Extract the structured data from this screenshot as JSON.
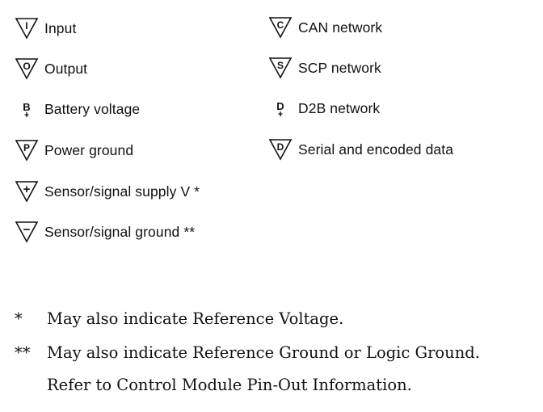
{
  "left_column": [
    {
      "symbol": "I",
      "kind": "triangle",
      "label": "Input"
    },
    {
      "symbol": "O",
      "kind": "triangle",
      "label": "Output"
    },
    {
      "symbol": "B",
      "kind": "plain",
      "label": "Battery voltage"
    },
    {
      "symbol": "P",
      "kind": "triangle",
      "label": "Power ground"
    },
    {
      "symbol": "+",
      "kind": "triangle",
      "label": "Sensor/signal supply V *"
    },
    {
      "symbol": "−",
      "kind": "triangle",
      "label": "Sensor/signal ground **"
    }
  ],
  "right_column": [
    {
      "symbol": "C",
      "kind": "triangle",
      "label": "CAN network"
    },
    {
      "symbol": "S",
      "kind": "triangle",
      "label": "SCP network"
    },
    {
      "symbol": "D",
      "kind": "plain",
      "label": "D2B network"
    },
    {
      "symbol": "D",
      "kind": "triangle",
      "label": "Serial and encoded data"
    }
  ],
  "notes": [
    {
      "mark": "*",
      "text": "May also indicate Reference Voltage."
    },
    {
      "mark": "**",
      "text": "May also indicate Reference Ground or Logic Ground."
    },
    {
      "mark": "",
      "text": "Refer to Control Module Pin-Out Information."
    }
  ]
}
